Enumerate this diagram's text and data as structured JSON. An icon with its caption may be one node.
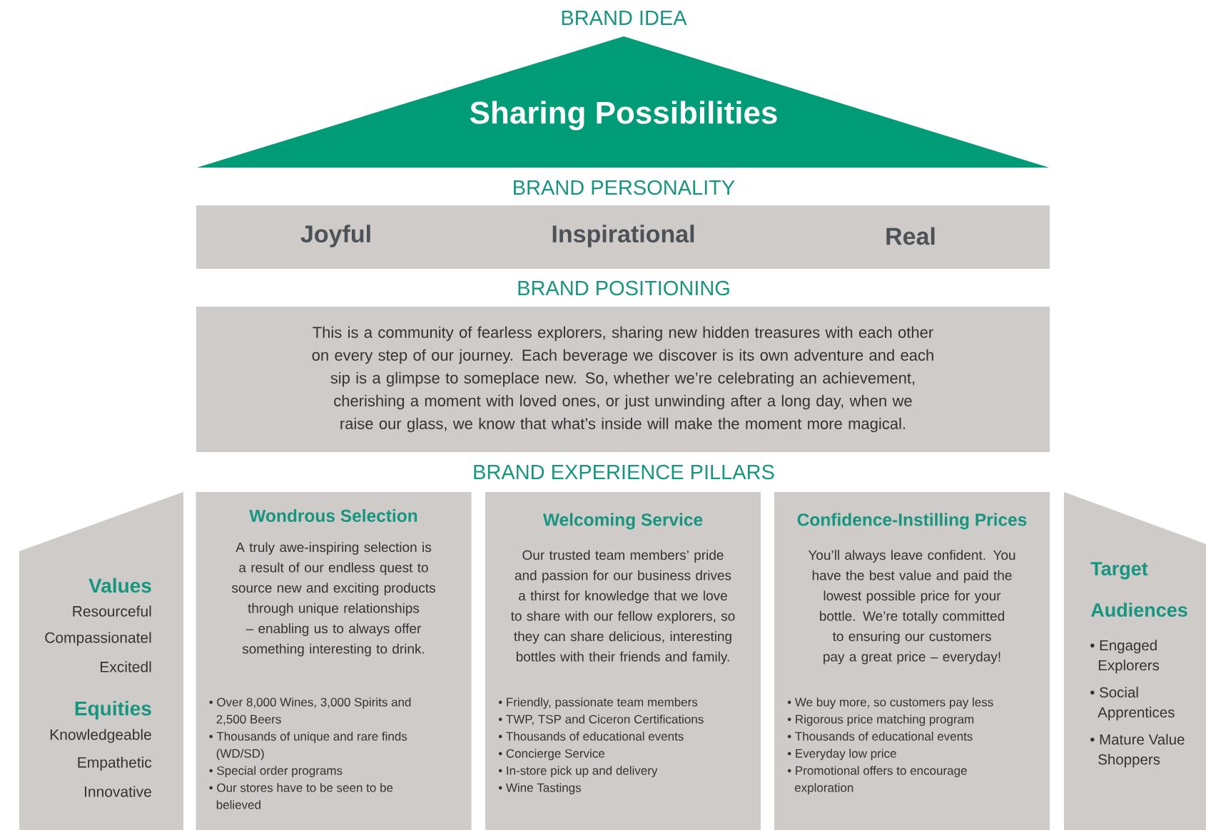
{
  "diagram": {
    "nodes": [
      {
        "text": [
          "BRAND IDEA",
          "Sharing Possibilities"
        ]
      },
      {
        "text": [
          "BRAND PERSONALITY",
          "Joyful",
          "Inspirational",
          "Real"
        ]
      },
      {
        "text": [
          "BRAND POSITIONING",
          "This is a community of fearless explorers, sharing new hidden treasures with each other on every step of our journey. Each beverage we discover is its own adventure and each sip is a glimpse to someplace new. So, whether we’re celebrating an achievement, cherishing a moment with loved ones, or just unwinding after a long day, when we raise our glass, we know that what’s inside will make the moment more magical."
        ]
      },
      {
        "text": [
          "Values",
          "Resourceful",
          "Compassionatel",
          "Excitedl",
          "Equities",
          "Knowledgeable",
          "Empathetic",
          "Innovative"
        ]
      },
      {
        "text": [
          "Wondrous Selection",
          "A truly awe-inspiring selection is a result of our endless quest to source new and exciting products through unique relationships – enabling us to always offer something interesting to drink.",
          "• Over 8,000 Wines, 3,000 Spirits and 2,500 Beers",
          "• Thousands of unique and rare finds (WD/SD)",
          "• Special order programs",
          "• Our stores have to be seen to be believed"
        ]
      },
      {
        "text": [
          "Welcoming Service",
          "Our trusted team members’ pride and passion for our business drives a thirst for knowledge that we love to share with our fellow explorers, so they can share delicious, interesting bottles with their friends and family.",
          "• Friendly, passionate team members",
          "• TWP, TSP and Ciceron Certifications",
          "• Thousands of educational events",
          "• Concierge Service",
          "• In-store pick up and delivery",
          "• Wine Tastings"
        ]
      },
      {
        "text": [
          "Confidence-Instilling Prices",
          "You’ll always leave confident. You have the best value and paid the lowest possible price for your bottle. We’re totally committed to ensuring our customers pay a great price – everyday!",
          "• We buy more, so customers pay less",
          "• Rigorous price matching program",
          "• Thousands of educational events",
          "• Everyday low price",
          "• Promotional offers to encourage exploration"
        ]
      },
      {
        "text": [
          "Target Audiences",
          "• Engaged Explorers",
          "• Social Apprentices",
          "• Mature Value Shoppers"
        ]
      }
    ],
    "labels": [
      "BRAND EXPERIENCE PILLARS"
    ]
  }
}
